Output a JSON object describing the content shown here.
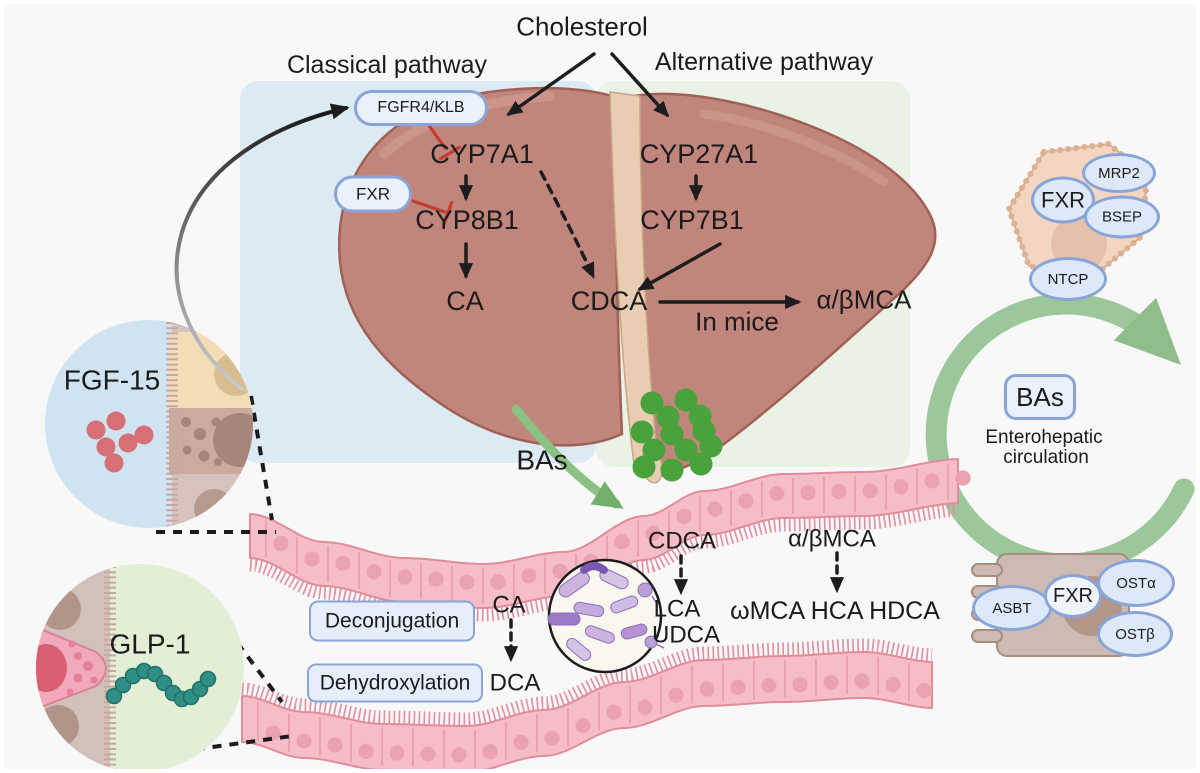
{
  "header": {
    "cholesterol": "Cholesterol",
    "classical": "Classical pathway",
    "alternative": "Alternative pathway"
  },
  "liver": {
    "fgfr4_klb": "FGFR4/KLB",
    "fxr": "FXR",
    "cyp7a1": "CYP7A1",
    "cyp8b1": "CYP8B1",
    "ca": "CA",
    "cyp27a1": "CYP27A1",
    "cyp7b1": "CYP7B1",
    "cdca": "CDCA",
    "in_mice": "In mice",
    "ab_mca": "α/βMCA"
  },
  "bile_flow": {
    "bas": "BAs"
  },
  "hepatocyte": {
    "fxr": "FXR",
    "mrp2": "MRP2",
    "bsep": "BSEP",
    "ntcp": "NTCP"
  },
  "circulation": {
    "bas": "BAs",
    "caption_line1": "Enterohepatic",
    "caption_line2": "circulation"
  },
  "enterocyte": {
    "asbt": "ASBT",
    "fxr": "FXR",
    "ost_alpha": "OSTα",
    "ost_beta": "OSTβ"
  },
  "hormones": {
    "fgf15": "FGF-15",
    "glp1": "GLP-1"
  },
  "lumen": {
    "cdca": "CDCA",
    "lca": "LCA",
    "udca": "UDCA",
    "ab_mca": "α/βMCA",
    "secondary_mca": "ωMCA HCA HDCA",
    "ca": "CA",
    "dca": "DCA",
    "process1": "Deconjugation",
    "process2": "Dehydroxylation"
  },
  "colors": {
    "classical_panel": "#dcebf3",
    "alternative_panel": "#e9f2e5",
    "pill_border": "#8ba4d6",
    "inhibit_red": "#c43c32",
    "ring_green": "#9cc79a",
    "ba_dot_green": "#4aa23c",
    "fgf15_dot_red": "#d76f77",
    "glp1_bead_teal": "#2f8e85",
    "liver": "#c0857b",
    "epithelium_pink": "#f6bdc6"
  }
}
